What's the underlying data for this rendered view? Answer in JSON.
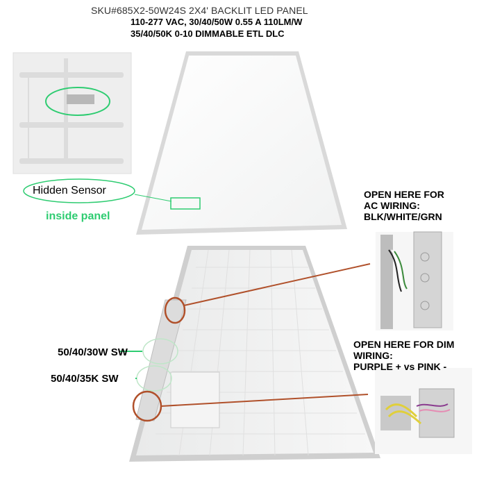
{
  "header": {
    "sku": "SKU#685X2-50W24S   2X4' BACKLIT LED PANEL",
    "spec_line1": "110-277 VAC, 30/40/50W 0.55 A 110LM/W",
    "spec_line2": "35/40/50K 0-10 DIMMABLE ETL DLC"
  },
  "callouts": {
    "hidden_sensor": "Hidden Sensor",
    "inside_panel": "inside panel",
    "ac_wiring": [
      "OPEN HERE  FOR",
      "AC WIRING:",
      "BLK/WHITE/GRN"
    ],
    "dim_wiring": [
      "OPEN HERE FOR DIM",
      "WIRING:",
      "PURPLE + vs PINK -"
    ],
    "watt_switch": "50/40/30W SW",
    "cct_switch": "50/40/35K SW"
  },
  "colors": {
    "highlight_green": "#2ecc71",
    "leader_brown": "#b0502a",
    "panel_frame": "#d8d8d8",
    "panel_face": "#fbfbfb"
  }
}
